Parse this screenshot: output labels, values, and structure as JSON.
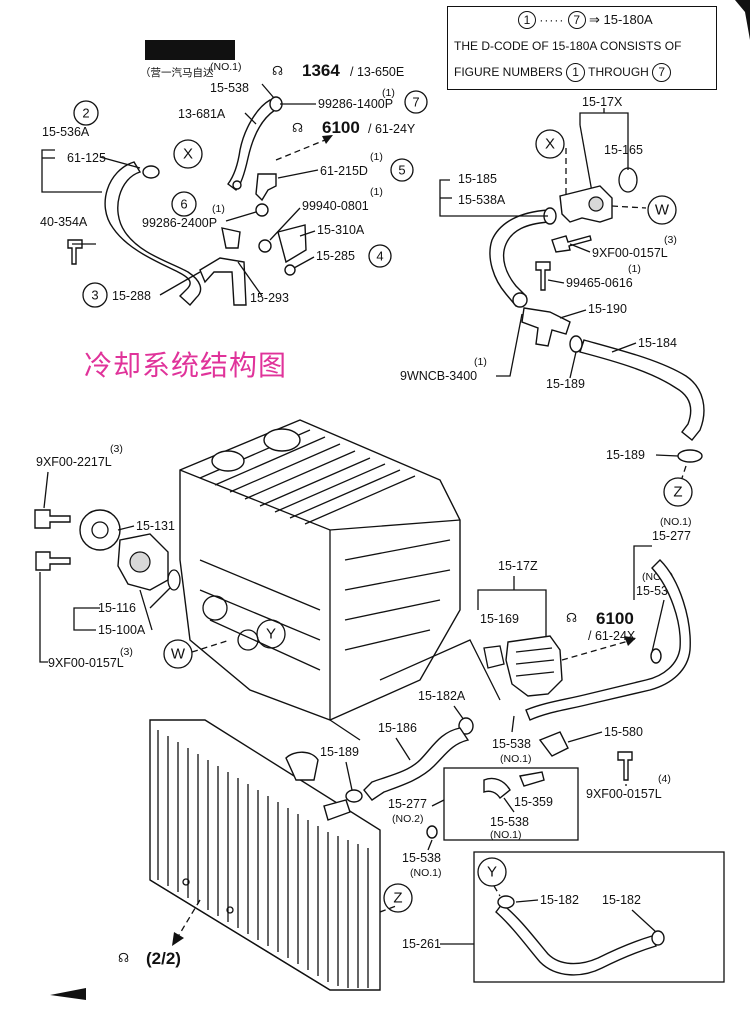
{
  "title_cn": "冷却系统结构图",
  "header_watermark": "（营一汽马自达",
  "legend": {
    "range_from": "1",
    "range_to": "7",
    "arrow_target": "⇒ 15-180A",
    "line2_a": "THE D-CODE OF ",
    "line2_b": "15-180A",
    "line2_c": " CONSISTS OF",
    "line3_a": "FIGURE NUMBERS",
    "line3_circ1": "1",
    "line3_b": "THROUGH",
    "line3_circ2": "7"
  },
  "circles": {
    "c2": "2",
    "c6": "6",
    "c3": "3",
    "c7": "7",
    "c5": "5",
    "c4": "4",
    "x1": "X",
    "x2": "X",
    "w1": "W",
    "w2": "W",
    "y1": "Y",
    "y2": "Y",
    "z1": "Z",
    "z2": "Z"
  },
  "refs": {
    "r1364": "1364",
    "r1364b": "/ 13-650E",
    "r6100a": "6100",
    "r6100ab": "/ 61-24Y",
    "r6100b": "6100",
    "r6100bb": "/ 61-24X",
    "r22": "(2/2)"
  },
  "labels": {
    "no1_top": "(NO.1)",
    "l15_538_top": "15-538",
    "l13_681a": "13-681A",
    "l99286_1400p_no": "(1)",
    "l99286_1400p": "99286-1400P",
    "l15_536a": "15-536A",
    "l61_125": "61-125",
    "l61_215d_no": "(1)",
    "l61_215d": "61-215D",
    "l40_354a": "40-354A",
    "l99286_2400p_no": "(1)",
    "l99286_2400p": "99286-2400P",
    "l99940_0801_no": "(1)",
    "l99940_0801": "99940-0801",
    "l15_310a": "15-310A",
    "l15_285": "15-285",
    "l15_288": "15-288",
    "l15_293": "15-293",
    "l15_17x": "15-17X",
    "l15_165": "15-165",
    "l15_185": "15-185",
    "l15_538a": "15-538A",
    "l9xf00_0157l_a_no": "(3)",
    "l9xf00_0157l_a": "9XF00-0157L",
    "l99465_0616_no": "(1)",
    "l99465_0616": "99465-0616",
    "l15_190": "15-190",
    "l9wncb_3400_no": "(1)",
    "l9wncb_3400": "9WNCB-3400",
    "l15_184": "15-184",
    "l15_189_a": "15-189",
    "l15_189_b": "15-189",
    "l9xf00_2217l_no": "(3)",
    "l9xf00_2217l": "9XF00-2217L",
    "l15_131": "15-131",
    "l15_116": "15-116",
    "l15_100a": "15-100A",
    "l9xf00_0157l_b_no": "(3)",
    "l9xf00_0157l_b": "9XF00-0157L",
    "l15_277_no": "(NO.1)",
    "l15_277": "15-277",
    "l15_538_no2": "(NO.2)",
    "l15_538_r": "15-538",
    "l15_17z": "15-17Z",
    "l15_169": "15-169",
    "l15_182a": "15-182A",
    "l15_186": "15-186",
    "l15_189_c": "15-189",
    "l15_580": "15-580",
    "l15_538_mid": "15-538",
    "l15_538_mid_no": "(NO.1)",
    "l9xf00_0157l_c_no": "(4)",
    "l9xf00_0157l_c": "9XF00-0157L",
    "l15_277_b": "15-277",
    "l15_277_b_no": "(NO.2)",
    "l15_359": "15-359",
    "l15_538_box": "15-538",
    "l15_538_box_no": "(NO.1)",
    "l15_538_low": "15-538",
    "l15_538_low_no": "(NO.1)",
    "l15_182_a": "15-182",
    "l15_182_b": "15-182",
    "l15_261": "15-261"
  }
}
